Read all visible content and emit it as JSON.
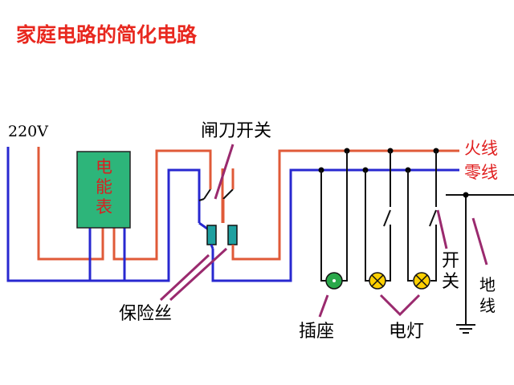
{
  "title": "家庭电路的简化电路",
  "labels": {
    "voltage": "220V",
    "knife_switch": "闸刀开关",
    "live_wire": "火线",
    "neutral_wire": "零线",
    "meter_chars": [
      "电",
      "能",
      "表"
    ],
    "fuse": "保险丝",
    "socket": "插座",
    "lamp": "电灯",
    "switch_chars": [
      "开",
      "关"
    ],
    "ground_chars": [
      "地",
      "线"
    ]
  },
  "colors": {
    "title": "#e8281f",
    "live_wire": "#e05a38",
    "neutral_wire": "#2828d0",
    "meter_fill": "#2db57a",
    "fuse_fill": "#1fa0a0",
    "pointer": "#9a2a6e",
    "lamp_fill": "#ffd000",
    "socket_fill": "#2aa84a"
  }
}
